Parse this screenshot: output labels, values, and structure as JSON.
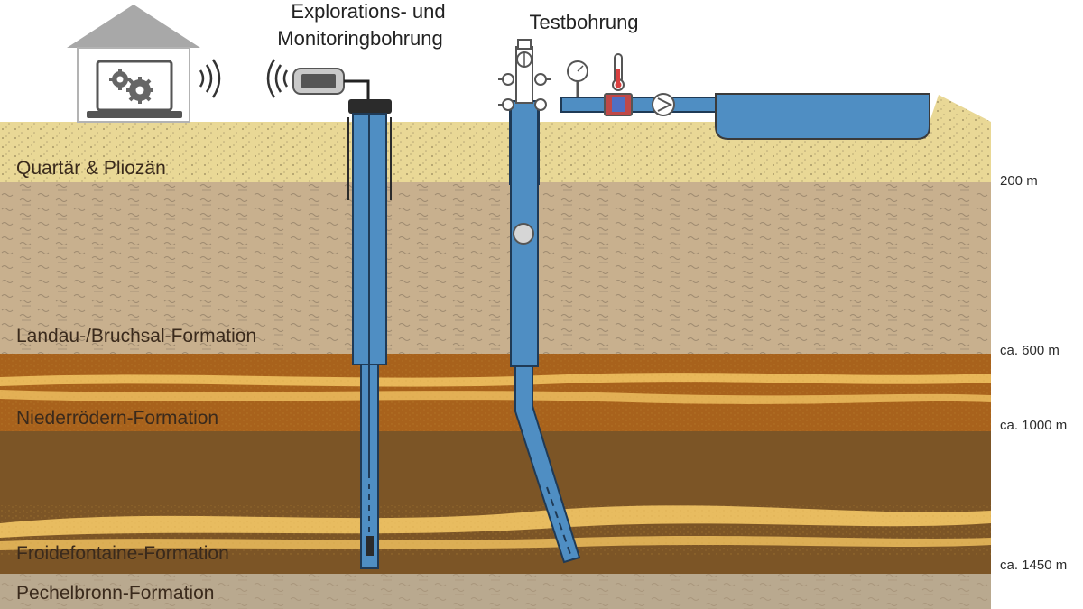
{
  "titles": {
    "exploration_line1": "Explorations- und",
    "exploration_line2": "Monitoringbohrung",
    "test": "Testbohrung"
  },
  "layers": [
    {
      "name": "Quartär & Pliozän",
      "color": "#e8d894"
    },
    {
      "name": "Landau-/Bruchsal-Formation",
      "color": "#c7af8c"
    },
    {
      "name": "Niederrödern-Formation",
      "color": "#a35e18"
    },
    {
      "name": "Froidefontaine-Formation",
      "color": "#7a5426"
    },
    {
      "name": "Pechelbronn-Formation",
      "color": "#b8a890"
    }
  ],
  "depths": [
    "200 m",
    "ca. 600 m",
    "ca. 1000 m",
    "ca. 1450 m"
  ],
  "icons": [
    "house-icon",
    "laptop-icon",
    "gears-icon",
    "wireless-signal-icon",
    "data-logger-icon",
    "valve-icon",
    "pressure-gauge-icon",
    "thermometer-icon",
    "heat-exchanger-icon",
    "pump-icon",
    "water-basin-icon"
  ],
  "colors": {
    "well_blue": "#4f8ec3",
    "sand_yellow": "#e8c06a",
    "outline": "#1f3a56"
  }
}
